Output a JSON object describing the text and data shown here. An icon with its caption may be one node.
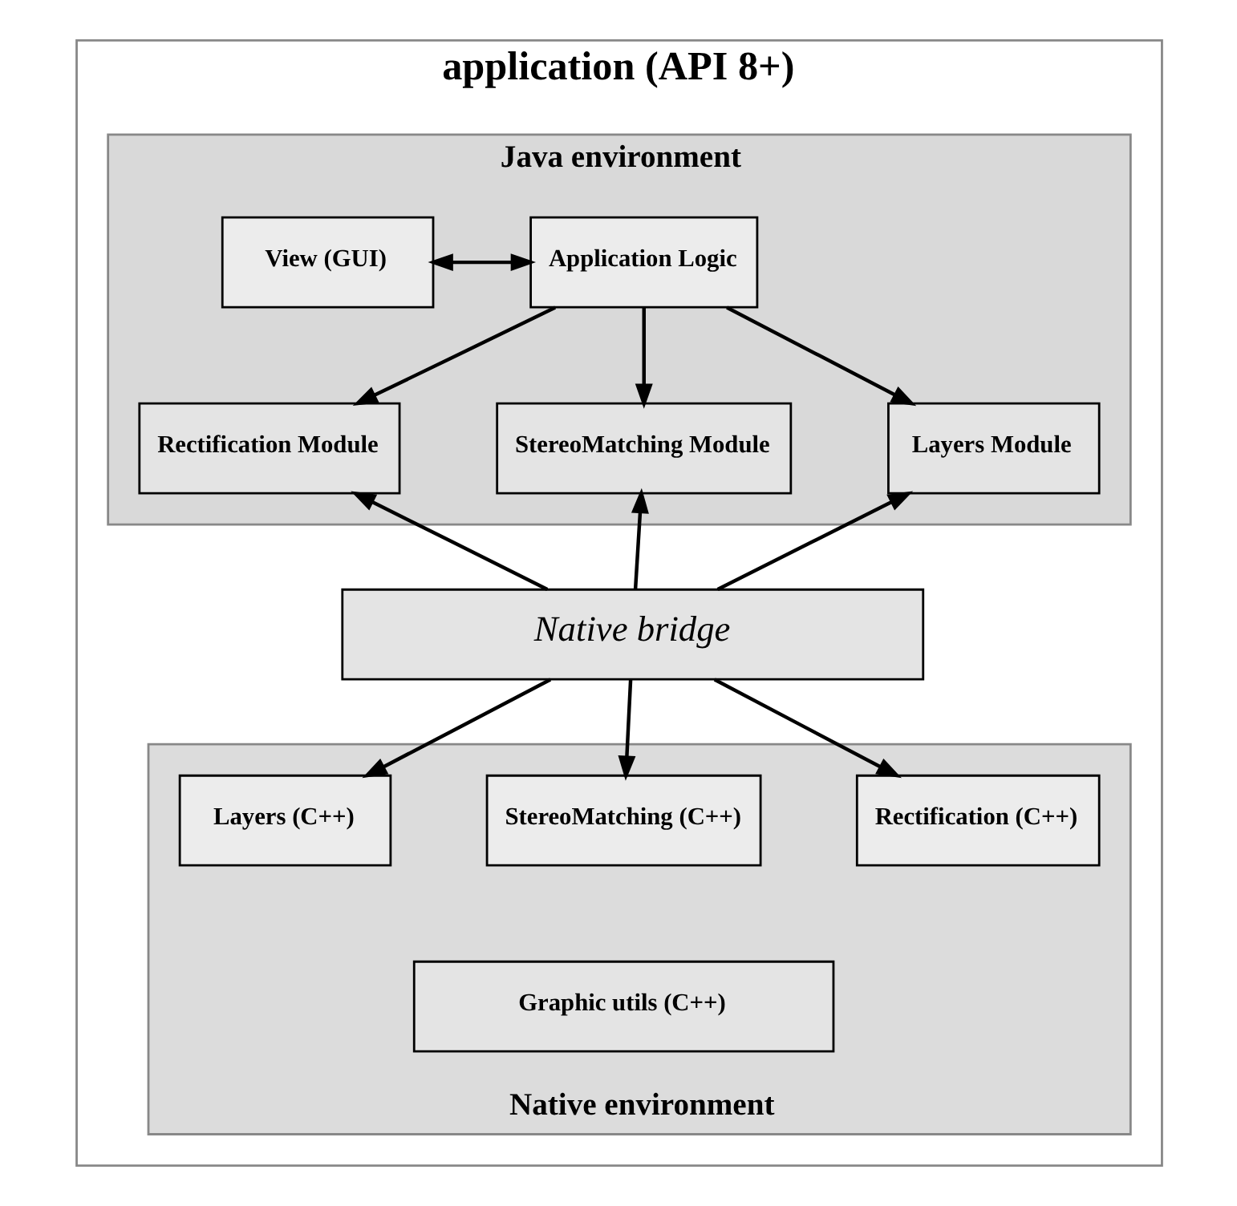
{
  "diagram": {
    "nodes": [
      {
        "text": [
          "application (API 8+)"
        ]
      },
      {
        "text": [
          "Java environment"
        ],
        "in": 0
      },
      {
        "text": [
          "View (GUI)"
        ],
        "in": 1
      },
      {
        "text": [
          "Application Logic"
        ],
        "in": 1
      },
      {
        "text": [
          "Rectification Module"
        ],
        "in": 1
      },
      {
        "text": [
          "StereoMatching Module"
        ],
        "in": 1
      },
      {
        "text": [
          "Layers Module"
        ],
        "in": 1
      },
      {
        "text": [
          "Native bridge"
        ],
        "in": 0
      },
      {
        "text": [
          "Native environment"
        ],
        "in": 0
      },
      {
        "text": [
          "Rectification (C++)"
        ],
        "in": 8
      },
      {
        "text": [
          "StereoMatching (C++)"
        ],
        "in": 8
      },
      {
        "text": [
          "Layers (C++)"
        ],
        "in": 8
      },
      {
        "text": [
          "Graphic utils (C++)"
        ],
        "in": 8
      }
    ],
    "edges": [
      {
        "from": 2,
        "to": 3,
        "arrow": "both"
      },
      {
        "from": 3,
        "to": 4,
        "arrow": "to"
      },
      {
        "from": 3,
        "to": 5,
        "arrow": "to"
      },
      {
        "from": 3,
        "to": 6,
        "arrow": "to"
      },
      {
        "from": 7,
        "to": 4,
        "arrow": "to"
      },
      {
        "from": 7,
        "to": 5,
        "arrow": "to"
      },
      {
        "from": 7,
        "to": 6,
        "arrow": "to"
      },
      {
        "from": 7,
        "to": 9,
        "arrow": "to"
      },
      {
        "from": 7,
        "to": 10,
        "arrow": "to"
      },
      {
        "from": 7,
        "to": 11,
        "arrow": "to"
      }
    ]
  }
}
